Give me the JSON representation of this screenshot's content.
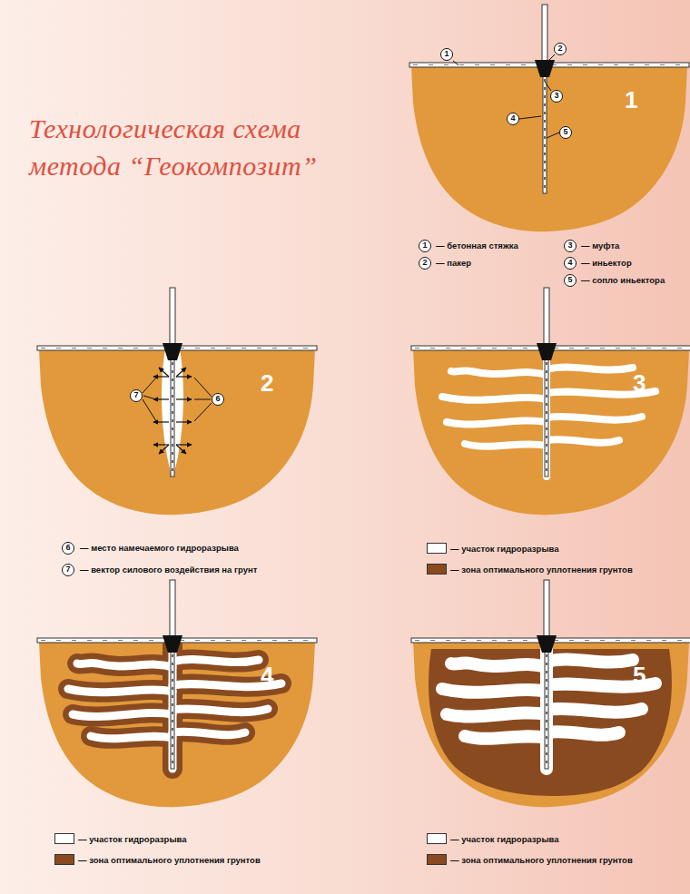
{
  "diagram": {
    "title": "Технологическая схема метода “Геокомпозит”",
    "labels": [
      "1",
      "1",
      "2",
      "3",
      "4",
      "5",
      "1",
      "— бетонная стяжка",
      "2",
      "— пакер",
      "3",
      "— муфта",
      "4",
      "— иньектор",
      "5",
      "— сопло иньектора",
      "2",
      "7",
      "6",
      "6",
      "— место намечаемого гидроразрыва",
      "7",
      "— вектор силового воздействия на грунт",
      "3",
      "4",
      "5"
    ],
    "legend": [
      {
        "text": "— участок гидроразрыва",
        "color": "#ffffff"
      },
      {
        "text": "— зона оптимального уплотнения грунтов",
        "color": "#8a4a20"
      },
      {
        "text": "— участок гидроразрыва",
        "color": "#ffffff"
      },
      {
        "text": "— зона оптимального уплотнения грунтов",
        "color": "#8a4a20"
      },
      {
        "text": "— участок гидроразрыва",
        "color": "#ffffff"
      },
      {
        "text": "— зона оптимального уплотнения грунтов",
        "color": "#8a4a20"
      }
    ]
  }
}
